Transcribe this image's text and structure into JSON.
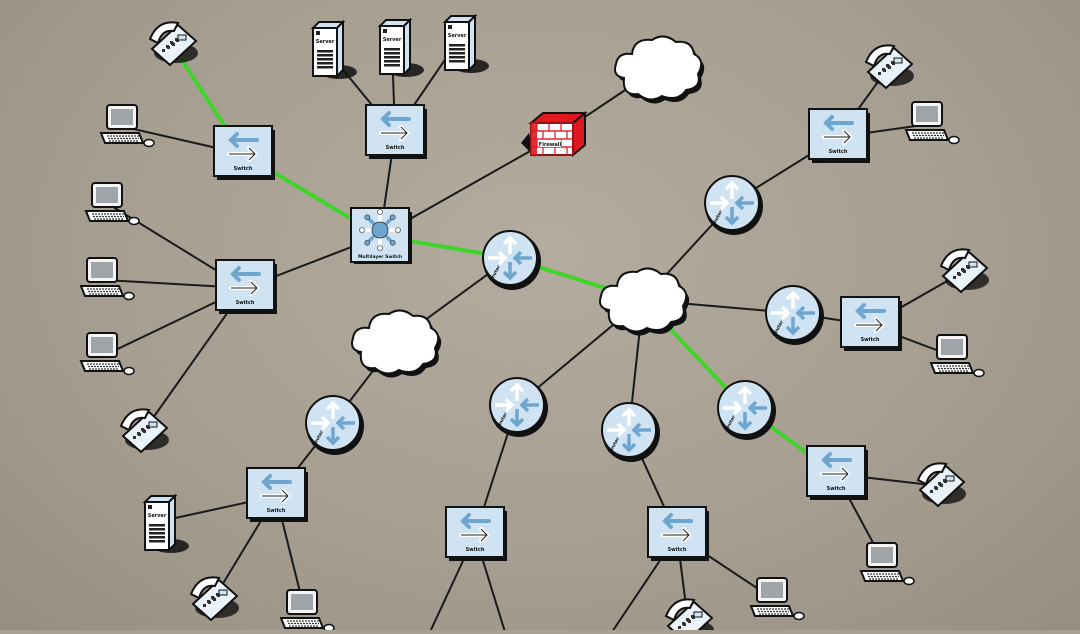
{
  "diagram": {
    "type": "network-topology",
    "colors": {
      "background": "#a9a194",
      "link": "#1a1a1a",
      "highlight_link": "#3fd42a",
      "device_fill": "#cfe3f2",
      "device_accent": "#6fa6cf",
      "firewall": "#e0171f"
    },
    "nodes": [
      {
        "id": "p1",
        "type": "phone"
      },
      {
        "id": "p2",
        "type": "phone"
      },
      {
        "id": "p3",
        "type": "phone"
      },
      {
        "id": "p4",
        "type": "phone"
      },
      {
        "id": "p5",
        "type": "phone"
      },
      {
        "id": "p6",
        "type": "phone"
      },
      {
        "id": "p7",
        "type": "phone"
      },
      {
        "id": "c1",
        "type": "pc"
      },
      {
        "id": "c2",
        "type": "pc"
      },
      {
        "id": "c3",
        "type": "pc"
      },
      {
        "id": "c4",
        "type": "pc"
      },
      {
        "id": "c5",
        "type": "pc"
      },
      {
        "id": "c6",
        "type": "pc"
      },
      {
        "id": "c7",
        "type": "pc"
      },
      {
        "id": "c8",
        "type": "pc"
      },
      {
        "id": "c9",
        "type": "pc"
      },
      {
        "id": "s1",
        "type": "server",
        "label": "Server"
      },
      {
        "id": "s2",
        "type": "server",
        "label": "Server"
      },
      {
        "id": "s3",
        "type": "server",
        "label": "Server"
      },
      {
        "id": "s4",
        "type": "server",
        "label": "Server"
      },
      {
        "id": "sw1",
        "type": "switch",
        "label": "Switch"
      },
      {
        "id": "sw2",
        "type": "switch",
        "label": "Switch"
      },
      {
        "id": "sw3",
        "type": "switch",
        "label": "Switch"
      },
      {
        "id": "sw4",
        "type": "switch",
        "label": "Switch"
      },
      {
        "id": "sw5",
        "type": "switch",
        "label": "Switch"
      },
      {
        "id": "sw6",
        "type": "switch",
        "label": "Switch"
      },
      {
        "id": "sw7",
        "type": "switch",
        "label": "Switch"
      },
      {
        "id": "sw8",
        "type": "switch",
        "label": "Switch"
      },
      {
        "id": "sw9",
        "type": "switch",
        "label": "Switch"
      },
      {
        "id": "ml",
        "type": "multilayer-switch",
        "label": "Multilayer Switch"
      },
      {
        "id": "fw",
        "type": "firewall",
        "label": "Firewall"
      },
      {
        "id": "cl1",
        "type": "cloud"
      },
      {
        "id": "cl2",
        "type": "cloud"
      },
      {
        "id": "cl3",
        "type": "cloud"
      },
      {
        "id": "r1",
        "type": "router",
        "label": "Router"
      },
      {
        "id": "r2",
        "type": "router",
        "label": "Router"
      },
      {
        "id": "r3",
        "type": "router",
        "label": "Router"
      },
      {
        "id": "r4",
        "type": "router",
        "label": "Router"
      },
      {
        "id": "r5",
        "type": "router",
        "label": "Router"
      },
      {
        "id": "r6",
        "type": "router",
        "label": "Router"
      },
      {
        "id": "r7",
        "type": "router",
        "label": "Router"
      }
    ],
    "links": [
      [
        "p1",
        "sw1",
        true
      ],
      [
        "c1",
        "sw1",
        false
      ],
      [
        "sw1",
        "ml",
        true
      ],
      [
        "s1",
        "sw2",
        false
      ],
      [
        "s2",
        "sw2",
        false
      ],
      [
        "s3",
        "sw2",
        false
      ],
      [
        "sw2",
        "ml",
        false
      ],
      [
        "ml",
        "fw",
        false
      ],
      [
        "fw",
        "cl1",
        false
      ],
      [
        "ml",
        "sw4",
        false
      ],
      [
        "ml",
        "r1",
        true
      ],
      [
        "r1",
        "cl2",
        true
      ],
      [
        "c3",
        "sw4",
        false
      ],
      [
        "c4",
        "sw4",
        false
      ],
      [
        "c5",
        "sw4",
        false
      ],
      [
        "p4",
        "sw4",
        false
      ],
      [
        "r1",
        "cl3",
        false
      ],
      [
        "cl3",
        "r4",
        false
      ],
      [
        "r4",
        "sw6",
        false
      ],
      [
        "s4",
        "sw6",
        false
      ],
      [
        "sw6",
        "p6",
        false
      ],
      [
        "sw6",
        "c8",
        false
      ],
      [
        "cl2",
        "r2",
        false
      ],
      [
        "r2",
        "sw3",
        false
      ],
      [
        "sw3",
        "p2",
        false
      ],
      [
        "sw3",
        "c2",
        false
      ],
      [
        "cl2",
        "r3",
        false
      ],
      [
        "r3",
        "sw5",
        false
      ],
      [
        "sw5",
        "p3",
        false
      ],
      [
        "sw5",
        "c6",
        false
      ],
      [
        "cl2",
        "r5",
        false
      ],
      [
        "r5",
        "sw7",
        false
      ],
      [
        "cl2",
        "r6",
        false
      ],
      [
        "r6",
        "sw8",
        false
      ],
      [
        "cl2",
        "r7",
        true
      ],
      [
        "r7",
        "sw9",
        true
      ],
      [
        "sw9",
        "p5",
        false
      ],
      [
        "sw9",
        "c7",
        false
      ],
      [
        "sw8",
        "p7",
        false
      ],
      [
        "sw8",
        "c9",
        false
      ]
    ]
  }
}
